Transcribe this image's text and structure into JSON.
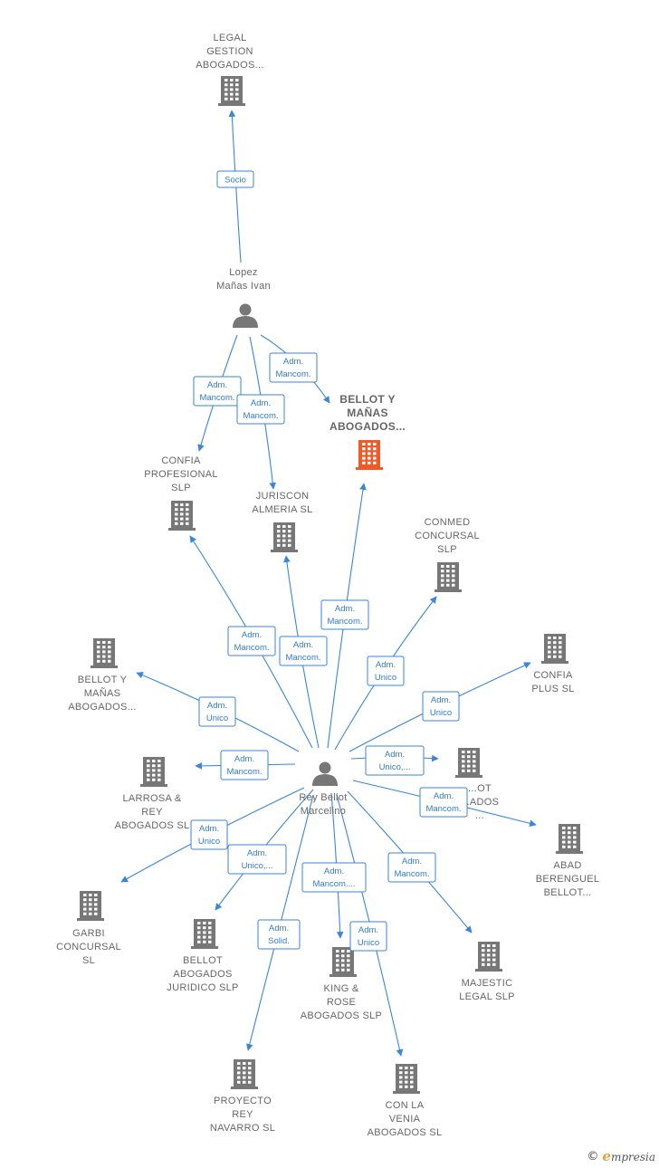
{
  "colors": {
    "edge": "#3a86d8",
    "company": "#777777",
    "highlight": "#f05a28",
    "person": "#777777",
    "label": "#666666"
  },
  "nodes": [
    {
      "id": "legal_gestion",
      "kind": "company",
      "lines": [
        "LEGAL",
        "GESTION",
        "ABOGADOS..."
      ]
    },
    {
      "id": "lopez",
      "kind": "person",
      "lines": [
        "Lopez",
        "Mañas Ivan"
      ]
    },
    {
      "id": "bellot_target",
      "kind": "company",
      "highlight": true,
      "lines": [
        "BELLOT Y",
        "MAÑAS",
        "ABOGADOS..."
      ]
    },
    {
      "id": "confia_prof",
      "kind": "company",
      "lines": [
        "CONFIA",
        "PROFESIONAL",
        "SLP"
      ]
    },
    {
      "id": "juriscon",
      "kind": "company",
      "lines": [
        "JURISCON",
        "ALMERIA SL"
      ]
    },
    {
      "id": "conmed",
      "kind": "company",
      "lines": [
        "CONMED",
        "CONCURSAL",
        "SLP"
      ]
    },
    {
      "id": "confia_plus",
      "kind": "company",
      "lines": [
        "CONFIA",
        "PLUS SL"
      ]
    },
    {
      "id": "bellot_y_manas2",
      "kind": "company",
      "lines": [
        "BELLOT Y",
        "MAÑAS",
        "ABOGADOS..."
      ]
    },
    {
      "id": "rey",
      "kind": "person",
      "lines": [
        "Rey Bellot",
        "Marcelino"
      ]
    },
    {
      "id": "bellot_hidden",
      "kind": "company",
      "lines": [
        "...OT",
        "...ADOS",
        "..."
      ]
    },
    {
      "id": "larrosa",
      "kind": "company",
      "lines": [
        "LARROSA &",
        "REY",
        "ABOGADOS SL"
      ]
    },
    {
      "id": "abad",
      "kind": "company",
      "lines": [
        "ABAD",
        "BERENGUEL",
        "BELLOT..."
      ]
    },
    {
      "id": "garbi",
      "kind": "company",
      "lines": [
        "GARBI",
        "CONCURSAL",
        "SL"
      ]
    },
    {
      "id": "bellot_juridico",
      "kind": "company",
      "lines": [
        "BELLOT",
        "ABOGADOS",
        "JURIDICO SLP"
      ]
    },
    {
      "id": "king_rose",
      "kind": "company",
      "lines": [
        "KING &",
        "ROSE",
        "ABOGADOS SLP"
      ]
    },
    {
      "id": "majestic",
      "kind": "company",
      "lines": [
        "MAJESTIC",
        "LEGAL SLP"
      ]
    },
    {
      "id": "proyecto",
      "kind": "company",
      "lines": [
        "PROYECTO",
        "REY",
        "NAVARRO SL"
      ]
    },
    {
      "id": "con_la_venia",
      "kind": "company",
      "lines": [
        "CON LA",
        "VENIA",
        "ABOGADOS SL"
      ]
    }
  ],
  "edges": [
    {
      "from": "lopez",
      "to": "legal_gestion",
      "lines": [
        "Socio"
      ]
    },
    {
      "from": "lopez",
      "to": "bellot_target",
      "lines": [
        "Adm.",
        "Mancom."
      ]
    },
    {
      "from": "lopez",
      "to": "confia_prof",
      "lines": [
        "Adm.",
        "Mancom."
      ]
    },
    {
      "from": "lopez",
      "to": "juriscon",
      "lines": [
        "Adm.",
        "Mancom."
      ]
    },
    {
      "from": "rey",
      "to": "bellot_target",
      "lines": [
        "Adm.",
        "Mancom."
      ]
    },
    {
      "from": "rey",
      "to": "confia_prof",
      "lines": [
        "Adm.",
        "Mancom."
      ]
    },
    {
      "from": "rey",
      "to": "juriscon",
      "lines": [
        "Adm.",
        "Mancom."
      ]
    },
    {
      "from": "rey",
      "to": "conmed",
      "lines": [
        "Adm.",
        "Unico"
      ]
    },
    {
      "from": "rey",
      "to": "confia_plus",
      "lines": [
        "Adm.",
        "Unico"
      ]
    },
    {
      "from": "rey",
      "to": "bellot_y_manas2",
      "lines": [
        "Adm.",
        "Unico"
      ]
    },
    {
      "from": "rey",
      "to": "bellot_hidden",
      "lines": [
        "Adm.",
        "Unico,..."
      ]
    },
    {
      "from": "rey",
      "to": "larrosa",
      "lines": [
        "Adm.",
        "Mancom."
      ]
    },
    {
      "from": "rey",
      "to": "abad",
      "lines": [
        "Adm.",
        "Mancom."
      ]
    },
    {
      "from": "rey",
      "to": "garbi",
      "lines": [
        "Adm.",
        "Unico"
      ]
    },
    {
      "from": "rey",
      "to": "bellot_juridico",
      "lines": [
        "Adm.",
        "Unico,..."
      ]
    },
    {
      "from": "rey",
      "to": "king_rose",
      "lines": [
        "Adm.",
        "Mancom...."
      ]
    },
    {
      "from": "rey",
      "to": "majestic",
      "lines": [
        "Adm.",
        "Mancom."
      ]
    },
    {
      "from": "rey",
      "to": "proyecto",
      "lines": [
        "Adm.",
        "Solid."
      ]
    },
    {
      "from": "rey",
      "to": "con_la_venia",
      "lines": [
        "Adm.",
        "Unico"
      ]
    }
  ],
  "footer": {
    "copyright": "©",
    "brand_initial": "e",
    "brand_rest": "mpresia"
  }
}
